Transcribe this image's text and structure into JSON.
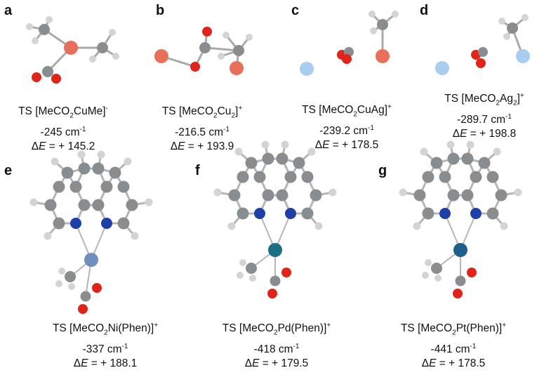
{
  "panels": [
    {
      "letter": "a",
      "formula_pre": "MeCO",
      "sub1": "2",
      "formula_mid": "CuMe",
      "sub2": "",
      "formula_post": "",
      "charge": "-",
      "freq": "-245 cm",
      "exp": "-1",
      "delta_value": " = + 145.2"
    },
    {
      "letter": "b",
      "formula_pre": "MeCO",
      "sub1": "2",
      "formula_mid": "Cu",
      "sub2": "2",
      "formula_post": "",
      "charge": "+",
      "freq": "-216.5 cm",
      "exp": "-1",
      "delta_value": " = + 193.9"
    },
    {
      "letter": "c",
      "formula_pre": "MeCO",
      "sub1": "2",
      "formula_mid": "CuAg",
      "sub2": "",
      "formula_post": "",
      "charge": "+",
      "freq": "-239.2 cm",
      "exp": "-1",
      "delta_value": " = + 178.5"
    },
    {
      "letter": "d",
      "formula_pre": "MeCO",
      "sub1": "2",
      "formula_mid": "Ag",
      "sub2": "2",
      "formula_post": "",
      "charge": "+",
      "freq": "-289.7 cm",
      "exp": "-1",
      "delta_value": " = + 198.8"
    },
    {
      "letter": "e",
      "formula_pre": "MeCO",
      "sub1": "2",
      "formula_mid": "Ni(Phen)",
      "sub2": "",
      "formula_post": "",
      "charge": "+",
      "freq": "-337 cm",
      "exp": "-1",
      "delta_value": " = + 188.1"
    },
    {
      "letter": "f",
      "formula_pre": "MeCO",
      "sub1": "2",
      "formula_mid": "Pd(Phen)",
      "sub2": "",
      "formula_post": "",
      "charge": "+",
      "freq": "-418 cm",
      "exp": "-1",
      "delta_value": " = + 179.5"
    },
    {
      "letter": "g",
      "formula_pre": "MeCO",
      "sub1": "2",
      "formula_mid": "Pt(Phen)",
      "sub2": "",
      "formula_post": "",
      "charge": "+",
      "freq": "-441 cm",
      "exp": "-1",
      "delta_value": " = + 178.5"
    }
  ],
  "ts_prefix": "TS [",
  "bracket_close": "]",
  "delta_symbol": "Δ",
  "delta_italic": "E",
  "colors": {
    "carbon": "#8a8d90",
    "hydrogen": "#d4d4d4",
    "oxygen": "#e0241a",
    "copper": "#e8705a",
    "silver": "#a9cdee",
    "nitrogen": "#1f3fa8",
    "nickel": "#6f8fbf",
    "palladium": "#1c6f82",
    "platinum": "#1c5f8a"
  },
  "atom_icons": [
    "carbon-atom-icon",
    "hydrogen-atom-icon",
    "oxygen-atom-icon",
    "copper-atom-icon",
    "silver-atom-icon",
    "nitrogen-atom-icon",
    "metal-atom-icon"
  ]
}
